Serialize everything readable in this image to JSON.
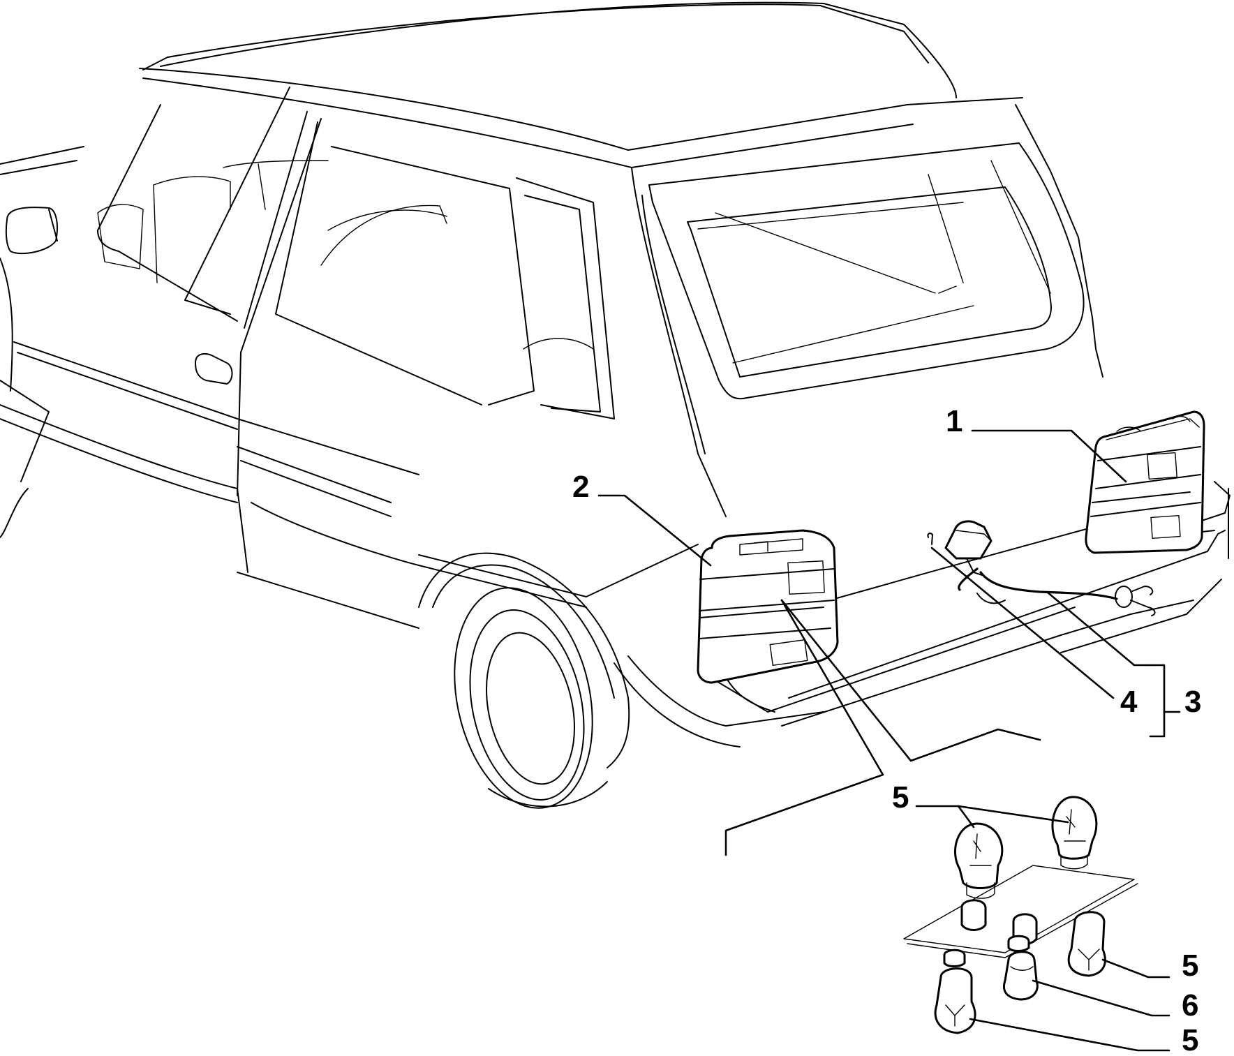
{
  "callouts": {
    "c1": "1",
    "c2": "2",
    "c3": "3",
    "c4": "4",
    "c5a": "5",
    "c5b": "5",
    "c5c": "5",
    "c6": "6"
  }
}
